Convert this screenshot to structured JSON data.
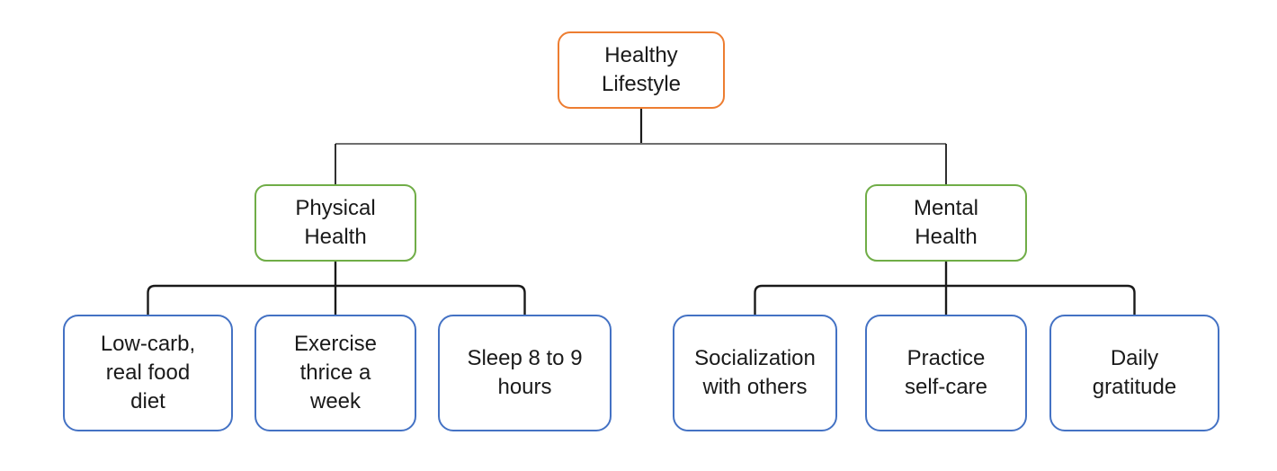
{
  "nodes": {
    "root": {
      "label": "Healthy\nLifestyle"
    },
    "physical": {
      "label": "Physical\nHealth"
    },
    "mental": {
      "label": "Mental\nHealth"
    },
    "diet": {
      "label": "Low-carb,\nreal food\ndiet"
    },
    "exercise": {
      "label": "Exercise\nthrice a\nweek"
    },
    "sleep": {
      "label": "Sleep 8 to 9\nhours"
    },
    "social": {
      "label": "Socialization\nwith others"
    },
    "selfcare": {
      "label": "Practice\nself-care"
    },
    "gratitude": {
      "label": "Daily\ngratitude"
    }
  },
  "hierarchy": {
    "root": "root",
    "children": {
      "physical": [
        "diet",
        "exercise",
        "sleep"
      ],
      "mental": [
        "social",
        "selfcare",
        "gratitude"
      ]
    }
  },
  "colors": {
    "root_border": "#ED7D31",
    "branch_border": "#70AD47",
    "leaf_border": "#4472C4",
    "line": "#1a1a1a",
    "line_soft": "#6e6e6e",
    "text": "#1a1a1a",
    "background": "#ffffff"
  }
}
